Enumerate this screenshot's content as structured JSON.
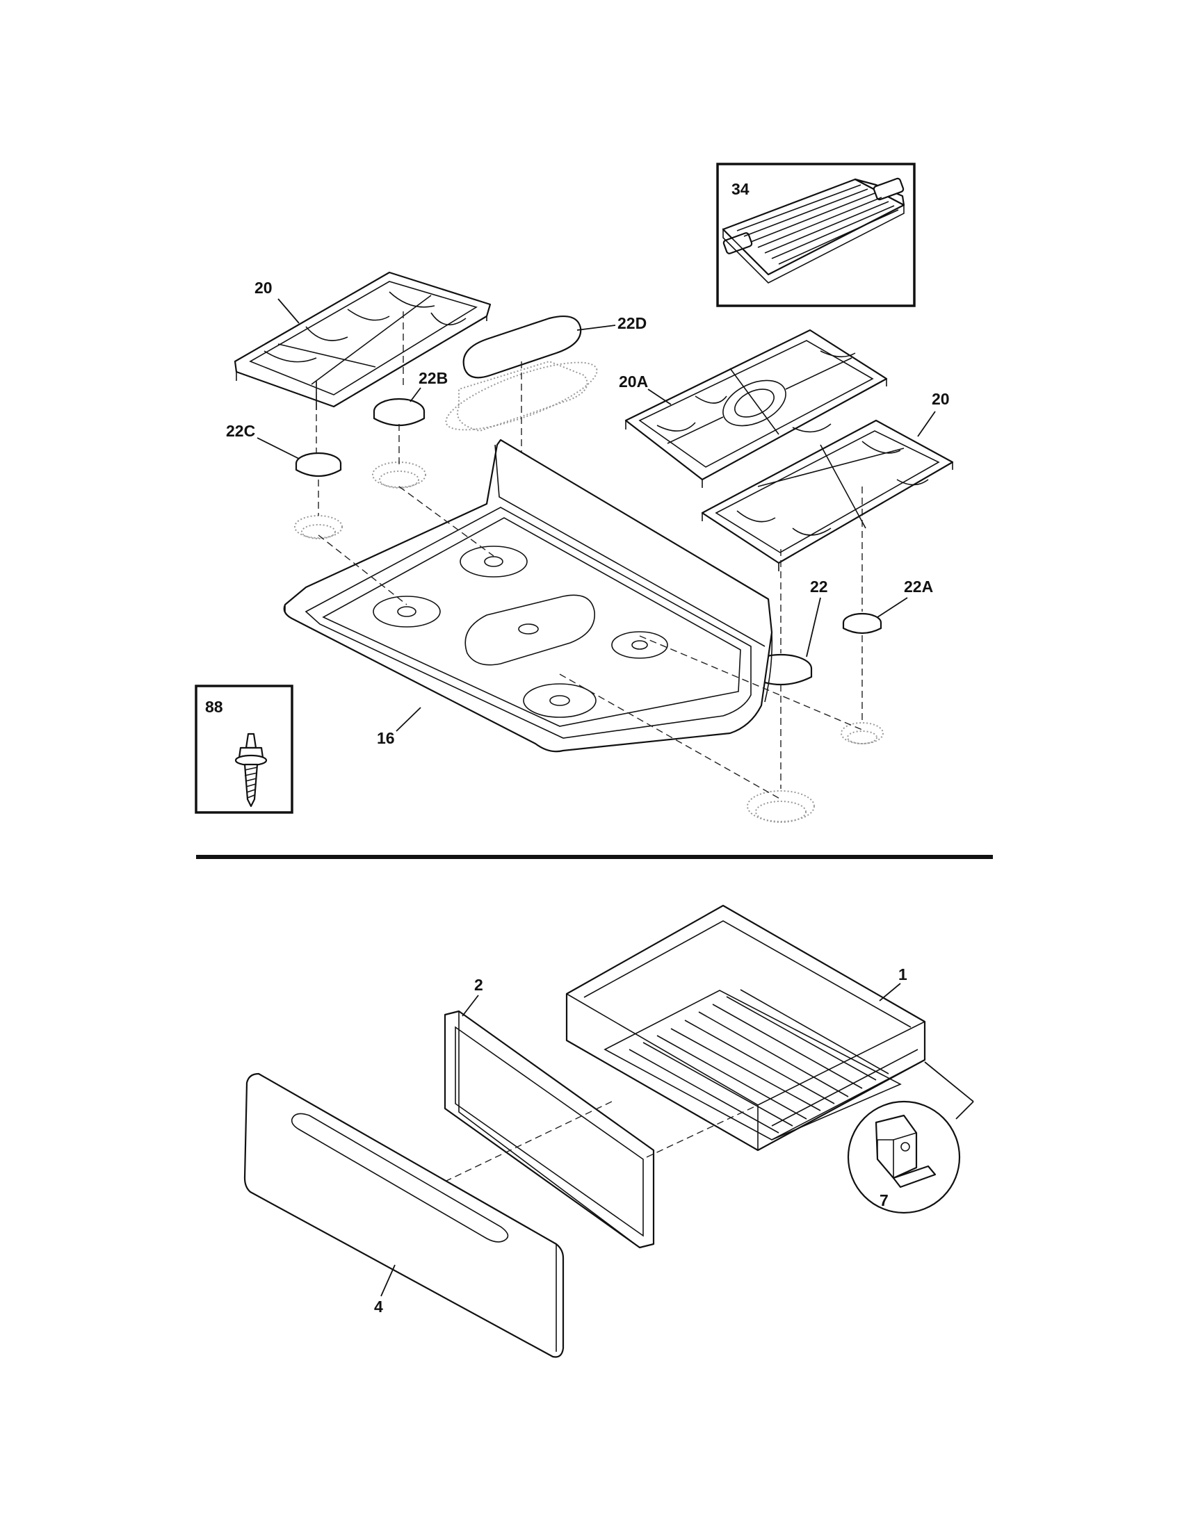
{
  "diagram": {
    "divider_color": "#111111",
    "callouts": {
      "grate_left": "20",
      "grate_right": "20",
      "grate_center": "20A",
      "burner_cap_22": "22",
      "burner_cap_22a": "22A",
      "burner_cap_22b": "22B",
      "burner_cap_22c": "22C",
      "burner_cap_22d": "22D",
      "griddle": "34",
      "cooktop": "16",
      "stud": "88",
      "drawer_liner": "1",
      "drawer_frame": "2",
      "drawer_panel": "4",
      "drawer_clip": "7"
    }
  }
}
